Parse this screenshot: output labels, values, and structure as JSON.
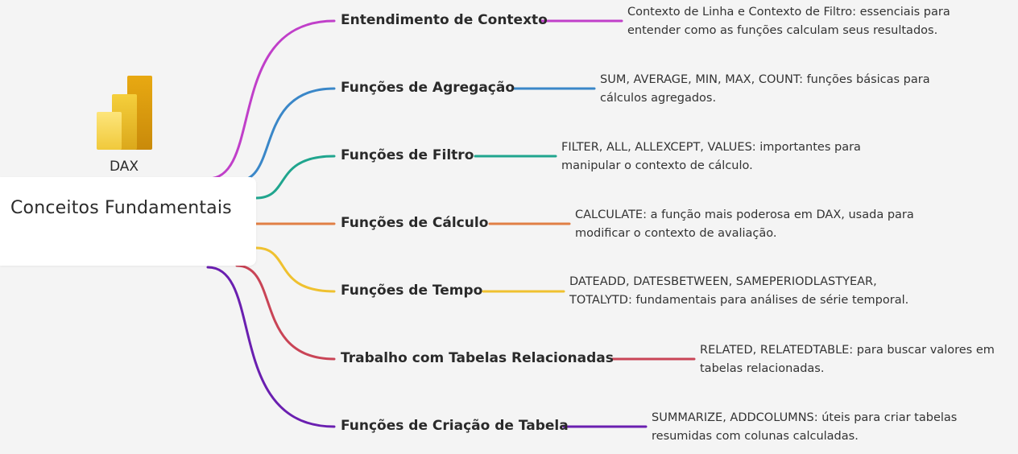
{
  "root": {
    "label": "Conceitos Fundamentais"
  },
  "logo": {
    "label": "DAX"
  },
  "branches": [
    {
      "title": "Entendimento de Contexto",
      "color": "#c03fc9",
      "description": [
        "Contexto de Linha e Contexto de Filtro: essenciais para",
        "entender como as funções calculam seus resultados."
      ]
    },
    {
      "title": "Funções de Agregação",
      "color": "#3a87c8",
      "description": [
        "SUM, AVERAGE, MIN, MAX, COUNT: funções básicas para",
        "cálculos agregados."
      ]
    },
    {
      "title": "Funções de Filtro",
      "color": "#20a58e",
      "description": [
        "FILTER, ALL, ALLEXCEPT, VALUES: importantes para",
        "manipular o contexto de cálculo."
      ]
    },
    {
      "title": "Funções de Cálculo",
      "color": "#e17f45",
      "description": [
        "CALCULATE: a função mais poderosa em DAX, usada para",
        "modificar o contexto de avaliação."
      ]
    },
    {
      "title": "Funções de Tempo",
      "color": "#efc12f",
      "description": [
        "DATEADD, DATESBETWEEN, SAMEPERIODLASTYEAR,",
        "TOTALYTD: fundamentais para análises de série temporal."
      ]
    },
    {
      "title": "Trabalho com Tabelas Relacionadas",
      "color": "#c94456",
      "description": [
        "RELATED, RELATEDTABLE: para buscar valores em",
        "tabelas relacionadas."
      ]
    },
    {
      "title": "Funções de Criação de Tabela",
      "color": "#6a1fb0",
      "description": [
        "SUMMARIZE, ADDCOLUMNS: úteis para criar tabelas",
        "resumidas com colunas calculadas."
      ]
    }
  ]
}
